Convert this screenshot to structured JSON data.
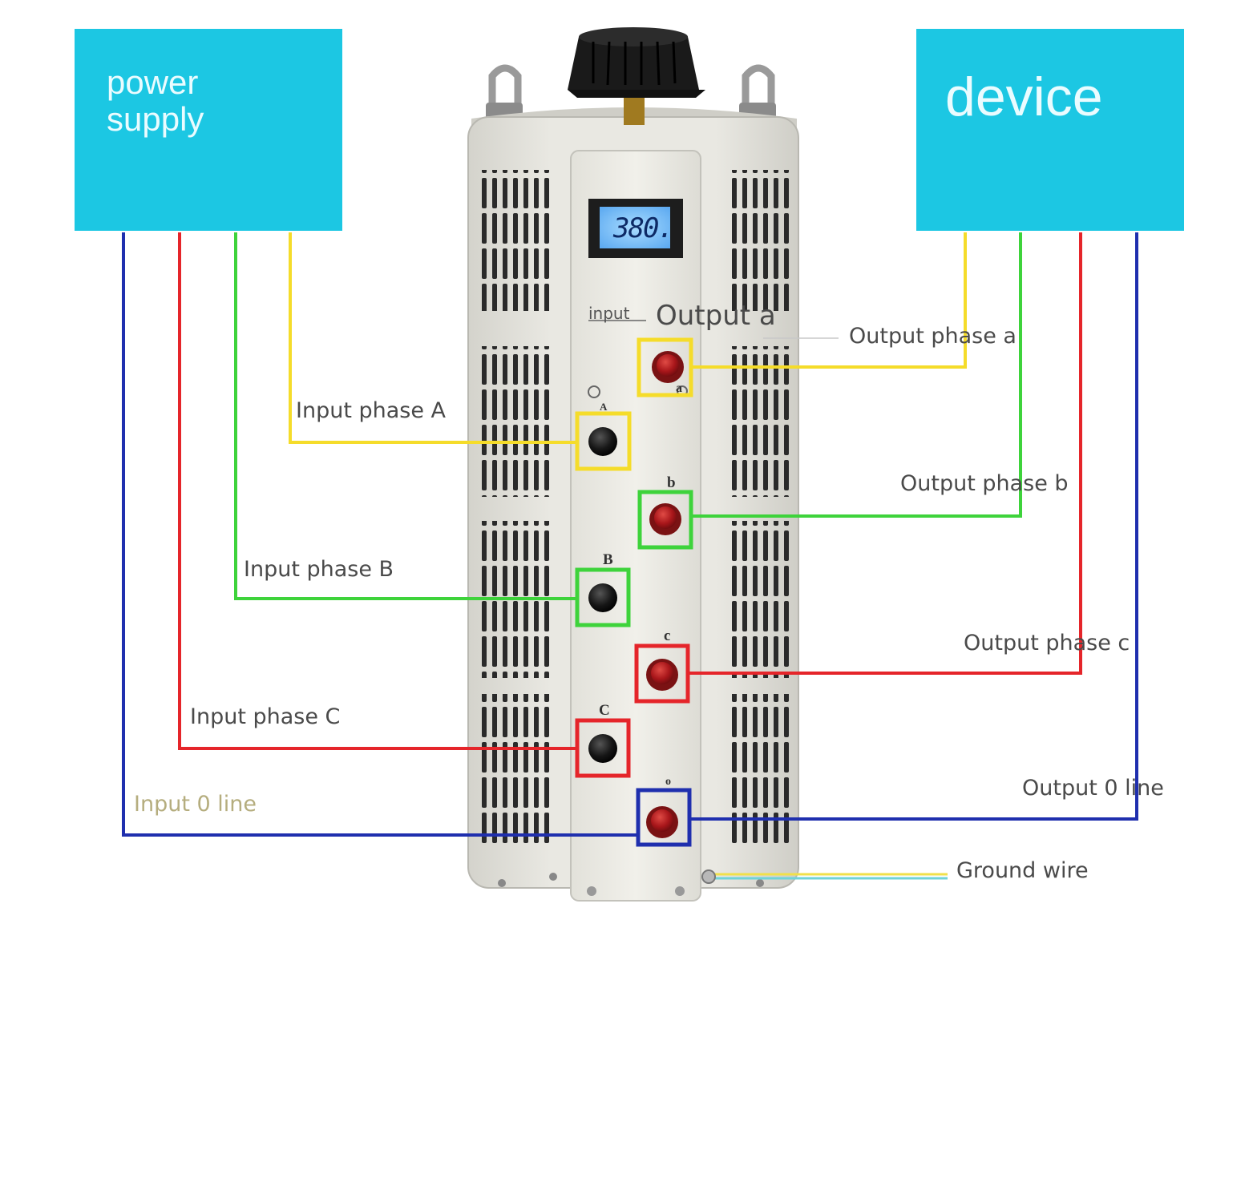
{
  "power_supply": {
    "label": "power\nsupply",
    "color": "#1cc7e3"
  },
  "device": {
    "label": "device",
    "color": "#1cc7e3"
  },
  "regulator": {
    "display_value": "380.",
    "panel_text_input": "input",
    "panel_text_output": "Output a",
    "terminal_letters": {
      "a": "a",
      "A": "A",
      "b": "b",
      "B": "B",
      "c": "c",
      "C": "C",
      "o": "o"
    }
  },
  "labels": {
    "input_phase_a": "Input phase A",
    "input_phase_b": "Input phase B",
    "input_phase_c": "Input phase C",
    "input_zero_line": "Input 0 line",
    "output_phase_a": "Output phase a",
    "output_phase_b": "Output phase b",
    "output_phase_c": "Output phase c",
    "output_zero_line": "Output 0 line",
    "ground_wire": "Ground wire"
  },
  "wire_colors": {
    "phase_a": "#f5dc2a",
    "phase_b": "#3ed33b",
    "phase_c": "#e5252a",
    "zero_line": "#1f2fae",
    "ground": "#8fd7c8"
  }
}
